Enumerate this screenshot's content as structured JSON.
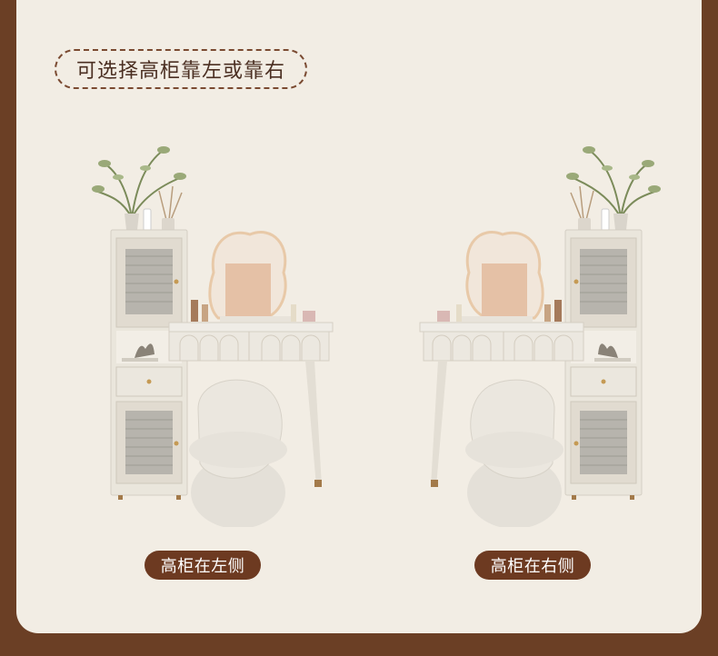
{
  "header": {
    "title": "可选择高柜靠左或靠右"
  },
  "options": [
    {
      "label": "高柜在左侧"
    },
    {
      "label": "高柜在右侧"
    }
  ],
  "colors": {
    "frame": "#6b3f25",
    "panel": "#f2ede4",
    "badge": "#6d3a21",
    "cabinet": "#eae6dc"
  }
}
